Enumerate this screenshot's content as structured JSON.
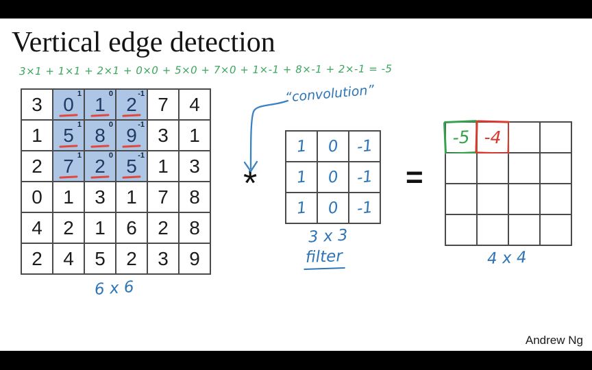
{
  "slide": {
    "title": "Vertical edge detection",
    "author": "Andrew Ng"
  },
  "annotation_equation": "3×1 + 1×1  + 2×1 + 0×0 + 5×0 + 7×0 + 1×-1 + 8×-1 + 2×-1  =  -5",
  "convolution_note": "“convolution”",
  "operator_symbol": "*",
  "equals_symbol": "=",
  "input_matrix": {
    "size_label": "6 x 6",
    "rows": [
      [
        3,
        0,
        1,
        2,
        7,
        4
      ],
      [
        1,
        5,
        8,
        9,
        3,
        1
      ],
      [
        2,
        7,
        2,
        5,
        1,
        3
      ],
      [
        0,
        1,
        3,
        1,
        7,
        8
      ],
      [
        4,
        2,
        1,
        6,
        2,
        8
      ],
      [
        2,
        4,
        5,
        2,
        3,
        9
      ]
    ],
    "highlight": {
      "rows": [
        0,
        1,
        2
      ],
      "cols": [
        1,
        2,
        3
      ],
      "superscripts": [
        "1",
        "0",
        "-1"
      ]
    }
  },
  "filter_matrix": {
    "size_label": "3 x 3",
    "name_label": "filter",
    "rows": [
      [
        "1",
        "0",
        "-1"
      ],
      [
        "1",
        "0",
        "-1"
      ],
      [
        "1",
        "0",
        "-1"
      ]
    ]
  },
  "output_matrix": {
    "size_label": "4 x 4",
    "rows": 4,
    "cols": 4,
    "annotations": [
      {
        "row": 0,
        "col": 0,
        "value": "-5",
        "color": "#35a14e",
        "rotate": -2.5
      },
      {
        "row": 0,
        "col": 1,
        "value": "-4",
        "color": "#d83a30",
        "rotate": 1.5
      }
    ]
  },
  "colors": {
    "highlight_bg": "#aec6e6",
    "highlight_text": "#1f3a63",
    "underline_red": "#e0483c",
    "handwriting_blue": "#2e75b6",
    "equation_green": "#3aa55c",
    "arrow_blue": "#3b82c4"
  }
}
